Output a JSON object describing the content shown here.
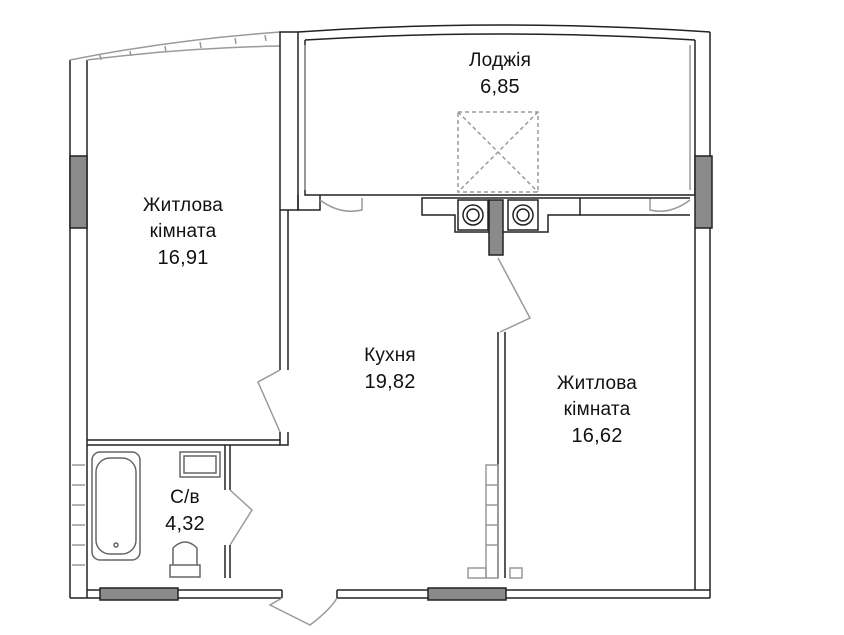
{
  "rooms": {
    "living_room_1": {
      "name_line1": "Житлова",
      "name_line2": "кімната",
      "area": "16,91"
    },
    "loggia": {
      "name": "Лоджія",
      "area": "6,85"
    },
    "kitchen": {
      "name": "Кухня",
      "area": "19,82"
    },
    "living_room_2": {
      "name_line1": "Житлова",
      "name_line2": "кімната",
      "area": "16,62"
    },
    "bathroom": {
      "name": "С/в",
      "area": "4,32"
    }
  },
  "colors": {
    "wall_line": "#222222",
    "wall_fill": "#ffffff",
    "column_fill": "#8a8a8a",
    "fixture_line": "#666666",
    "window_line": "#9a9a9a",
    "background": "#ffffff"
  }
}
